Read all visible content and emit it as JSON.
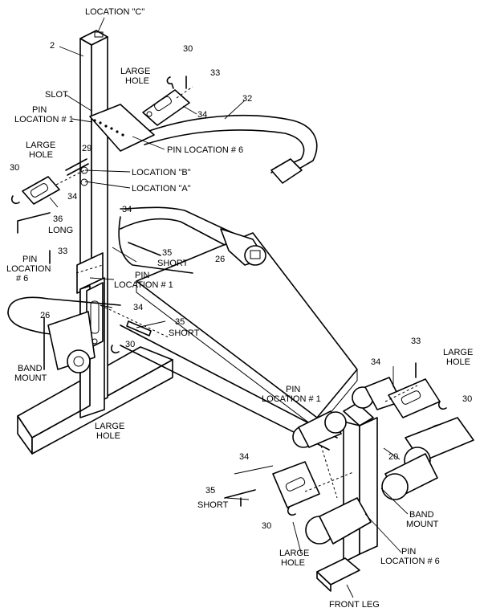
{
  "labels": {
    "location_c": "LOCATION \"C\"",
    "location_b": "LOCATION \"B\"",
    "location_a": "LOCATION \"A\"",
    "slot": "SLOT",
    "pin_location_1_top_1": "PIN",
    "pin_location_1_top_2": "LOCATION # 1",
    "pin_location_6_top": "PIN LOCATION # 6",
    "large_hole_top_1": "LARGE",
    "large_hole_top_2": "HOLE",
    "large_hole_left_1": "LARGE",
    "large_hole_left_2": "HOLE",
    "long_36_num": "36",
    "long_36_text": "LONG",
    "pin_location_6_left_1": "PIN",
    "pin_location_6_left_2": "LOCATION",
    "pin_location_6_left_3": "# 6",
    "pin_location_1_mid_1": "PIN",
    "pin_location_1_mid_2": "LOCATION # 1",
    "short_35_upper_num": "35",
    "short_35_upper_text": "SHORT",
    "short_35_mid_num": "35",
    "short_35_mid_text": "SHORT",
    "band_mount_left_1": "BAND",
    "band_mount_left_2": "MOUNT",
    "large_hole_bottom_left_1": "LARGE",
    "large_hole_bottom_left_2": "HOLE",
    "large_hole_right_1": "LARGE",
    "large_hole_right_2": "HOLE",
    "pin_location_1_right_1": "PIN",
    "pin_location_1_right_2": "LOCATION # 1",
    "short_35_lower_num": "35",
    "short_35_lower_text": "SHORT",
    "band_mount_right_1": "BAND",
    "band_mount_right_2": "MOUNT",
    "large_hole_bottom_1": "LARGE",
    "large_hole_bottom_2": "HOLE",
    "pin_location_6_bottom_1": "PIN",
    "pin_location_6_bottom_2": "LOCATION # 6",
    "front_leg": "FRONT LEG"
  },
  "callouts": {
    "n2": "2",
    "n30_top": "30",
    "n33_top": "33",
    "n34_top": "34",
    "n32": "32",
    "n29": "29",
    "n30_left": "30",
    "n34_left": "34",
    "n34_mid": "34",
    "n33_left": "33",
    "n26_right": "26",
    "n34_center": "34",
    "n26_left": "26",
    "n30_center": "30",
    "n33_right": "33",
    "n34_right": "34",
    "n30_right": "30",
    "n20": "20",
    "n34_lower": "34",
    "n30_lower": "30"
  }
}
